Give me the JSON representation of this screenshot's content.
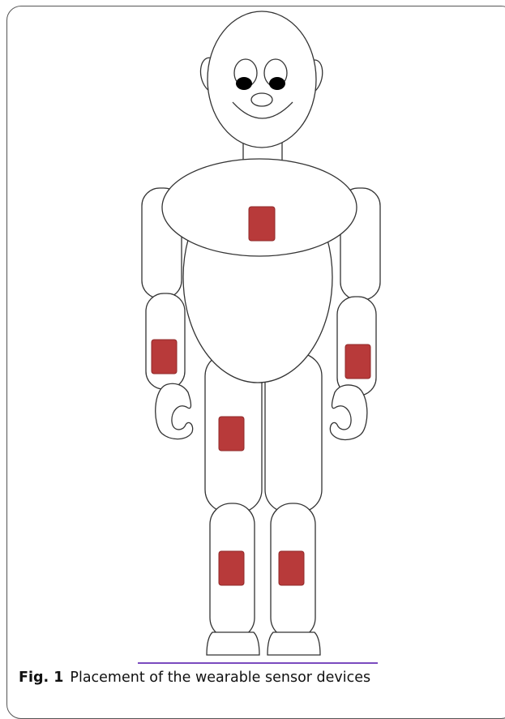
{
  "figure": {
    "label": "Fig. 1",
    "caption": "Placement of the wearable sensor devices"
  },
  "colors": {
    "outline": "#333333",
    "sensor_fill": "#b83a3a",
    "sensor_stroke": "#8f2a2a",
    "ground_line": "#7b4bbf"
  },
  "sensors": [
    {
      "location": "chest"
    },
    {
      "location": "right-forearm"
    },
    {
      "location": "left-forearm"
    },
    {
      "location": "right-thigh"
    },
    {
      "location": "right-shin"
    },
    {
      "location": "left-shin"
    }
  ]
}
